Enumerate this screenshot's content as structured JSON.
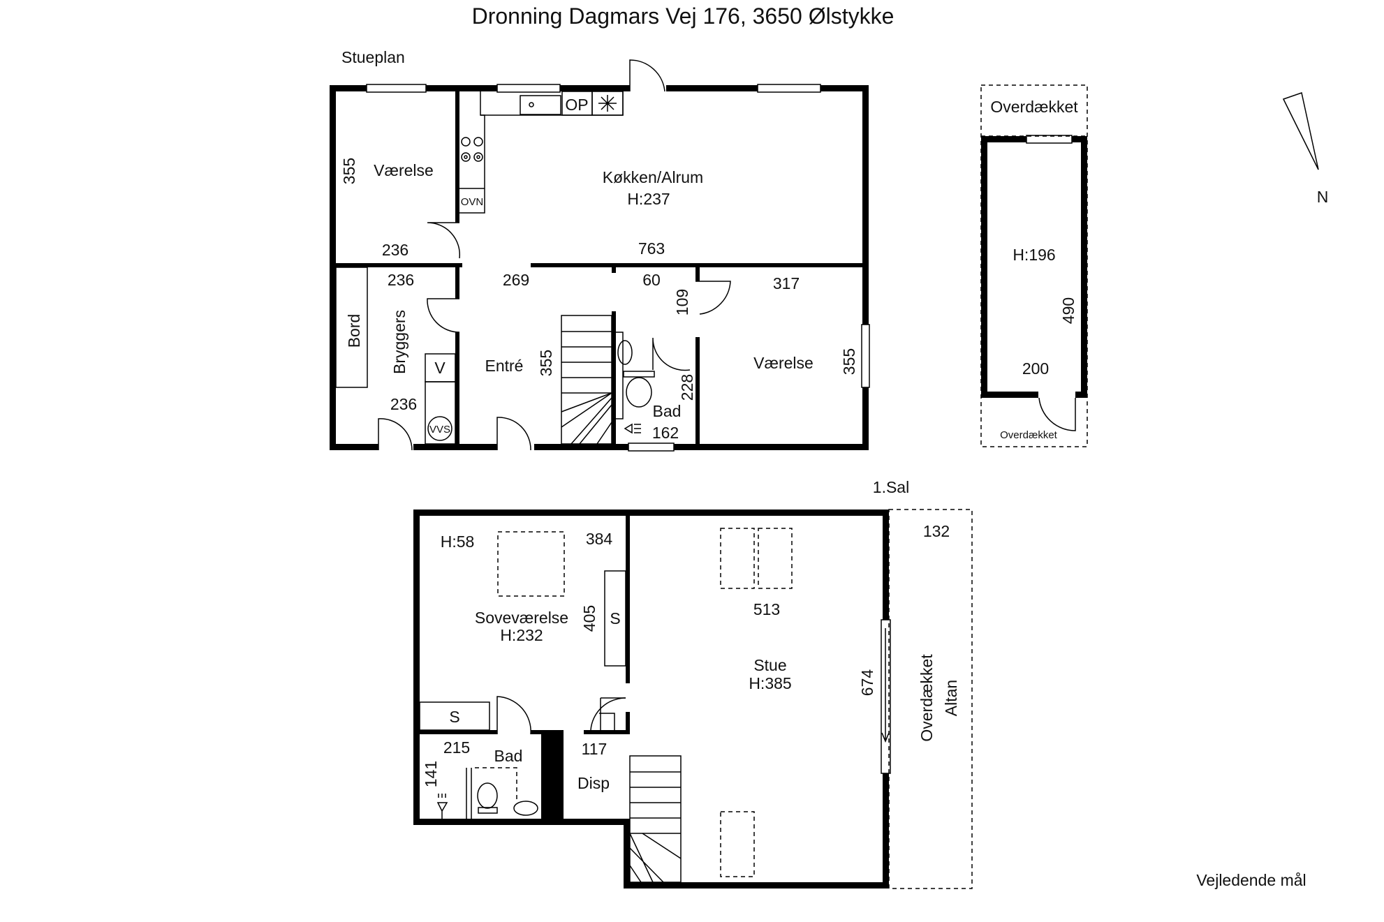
{
  "title": "Dronning Dagmars Vej 176, 3650 Ølstykke",
  "ground_floor": {
    "label": "Stueplan",
    "rooms": {
      "vaerelse_left": "Værelse",
      "kitchen": "Køkken/Alrum",
      "kitchen_height": "H:237",
      "bryggers": "Bryggers",
      "bord": "Bord",
      "entre": "Entré",
      "bad": "Bad",
      "vaerelse_right": "Værelse"
    },
    "fixtures": {
      "op": "OP",
      "ovn": "OVN",
      "v": "V",
      "vvs": "VVS"
    },
    "dims": {
      "d355_left": "355",
      "d236_a": "236",
      "d763": "763",
      "d236_b": "236",
      "d269": "269",
      "d60": "60",
      "d109": "109",
      "d317": "317",
      "d355_entre": "355",
      "d228": "228",
      "d236_c": "236",
      "d162": "162",
      "d355_right": "355"
    }
  },
  "shed": {
    "label_top": "Overdækket",
    "height": "H:196",
    "d490": "490",
    "d200": "200",
    "label_bottom": "Overdækket"
  },
  "compass": {
    "north": "N"
  },
  "first_floor": {
    "label": "1.Sal",
    "rooms": {
      "bedroom_height_low": "H:58",
      "bedroom": "Soveværelse",
      "bedroom_height": "H:232",
      "stue": "Stue",
      "stue_height": "H:385",
      "bad": "Bad",
      "disp": "Disp",
      "altan_line1": "Overdækket",
      "altan_line2": "Altan"
    },
    "fixtures": {
      "s1": "S",
      "s2": "S"
    },
    "dims": {
      "d384": "384",
      "d405": "405",
      "d513": "513",
      "d132": "132",
      "d674": "674",
      "d215": "215",
      "d141": "141",
      "d117": "117"
    }
  },
  "footer_note": "Vejledende mål"
}
